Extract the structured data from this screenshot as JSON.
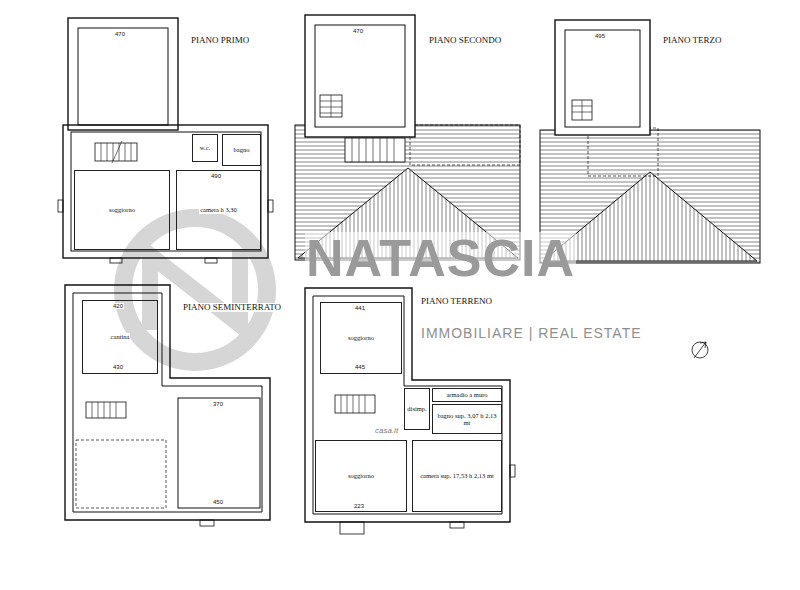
{
  "diagram": {
    "nodes": [
      {
        "text": [
          "soggiorno"
        ]
      },
      {
        "text": [
          "w.c."
        ]
      },
      {
        "text": [
          "bagno"
        ]
      },
      {
        "text": [
          "camera h 3,30"
        ]
      },
      {
        "text": [
          "cantina"
        ]
      },
      {
        "text": [
          "soggiorno"
        ]
      },
      {
        "text": [
          "disimp."
        ]
      },
      {
        "text": [
          "armadio a muro"
        ]
      },
      {
        "text": [
          "bagno sup. 3,07 h 2,13 mt"
        ]
      },
      {
        "text": [
          "soggiorno"
        ]
      },
      {
        "text": [
          "camera sup. 17,53 h 2,13 mt"
        ]
      }
    ],
    "labels": [
      "PIANO PRIMO",
      "PIANO SECONDO",
      "PIANO TERZO",
      "PIANO SEMINTERRATO",
      "PIANO TERRENO",
      "470",
      "490",
      "470",
      "495",
      "420",
      "430",
      "370",
      "450",
      "441",
      "445",
      "223",
      "NATASCIA",
      "IMMOBILIARE | REAL ESTATE",
      "casa.it"
    ]
  }
}
